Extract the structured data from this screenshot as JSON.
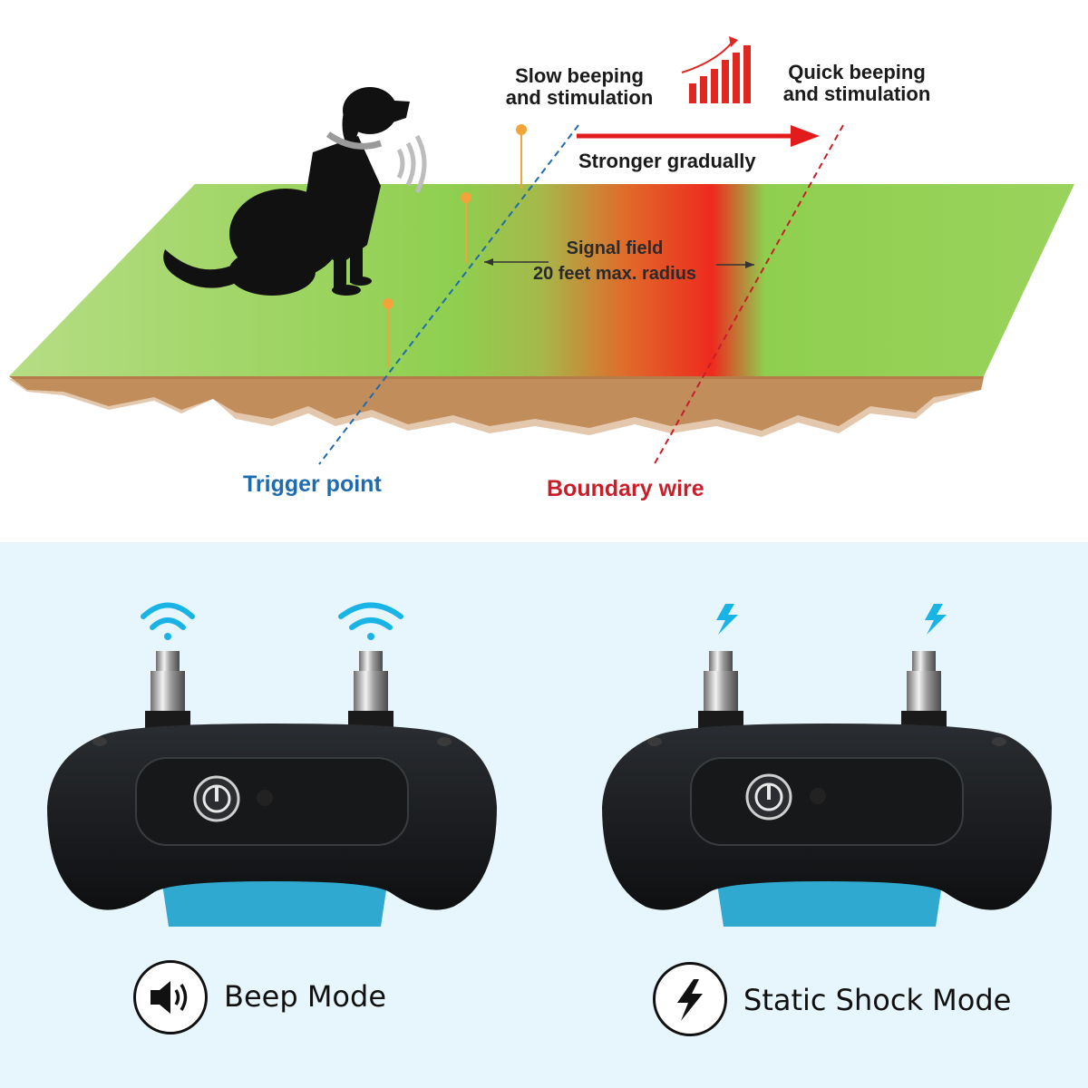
{
  "diagram": {
    "slow_label": [
      "Slow beeping",
      "and stimulation"
    ],
    "quick_label": [
      "Quick beeping",
      "and stimulation"
    ],
    "stronger_label": "Stronger gradually",
    "signal_field_label": [
      "Signal field",
      "20 feet max. radius"
    ],
    "trigger_label": "Trigger point",
    "boundary_label": "Boundary wire",
    "colors": {
      "grass": "#8fcf4f",
      "danger": "#ee2a1e",
      "soil": "#b47d49",
      "trigger_line": "#1f6bb0",
      "boundary_line": "#c81e2a",
      "pin": "#f2a43a",
      "bars": "#e02820"
    }
  },
  "modes": [
    {
      "label": "Beep Mode",
      "icon": "speaker-icon",
      "signal_icon": "wifi-signal-icon"
    },
    {
      "label": "Static Shock Mode",
      "icon": "lightning-icon",
      "signal_icon": "lightning-bolt-icon"
    }
  ],
  "colors": {
    "accent": "#1ab3e6",
    "device_body": "#151719",
    "device_base": "#2fa9d0",
    "bottom_bg": "#e6f6fc"
  }
}
